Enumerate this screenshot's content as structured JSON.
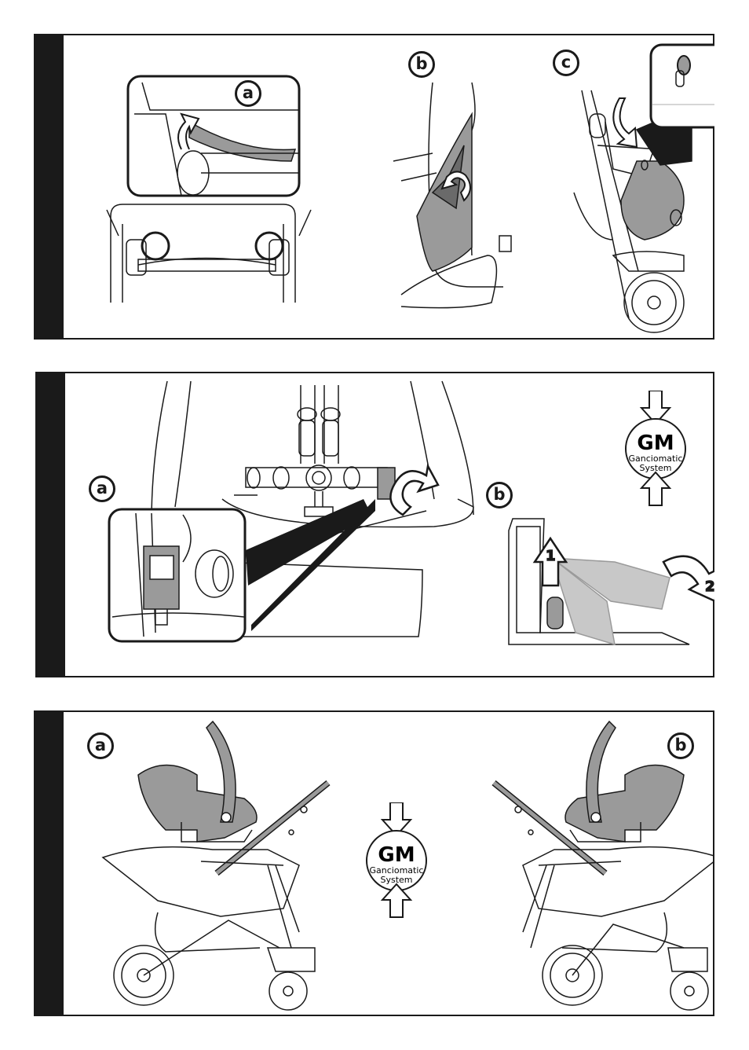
{
  "panels": [
    {
      "id": "panel-1",
      "labels": [
        "a",
        "b",
        "c"
      ]
    },
    {
      "id": "panel-2",
      "labels": [
        "a",
        "b"
      ],
      "steps": [
        "1",
        "2"
      ]
    },
    {
      "id": "panel-3",
      "labels": [
        "a",
        "b"
      ]
    }
  ],
  "logo": {
    "title": "GM",
    "line1": "Ganciomatic",
    "line2": "System"
  },
  "colors": {
    "ink": "#1a1a1a",
    "shade": "#9a9a9a",
    "light": "#c8c8c8",
    "paper": "#ffffff"
  },
  "icons": [
    "arrow-rotate-icon",
    "arrow-up-icon",
    "arrow-curve-icon",
    "gm-logo-icon",
    "magnifier-circle-icon"
  ]
}
